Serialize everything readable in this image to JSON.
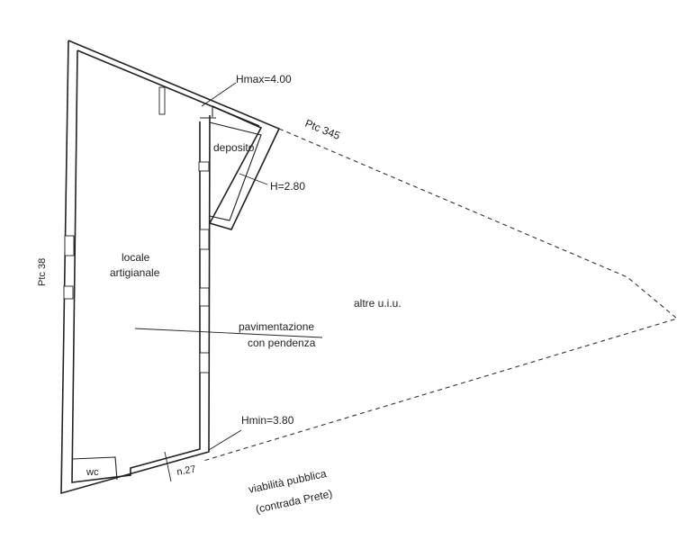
{
  "labels": {
    "hmax": "Hmax=4.00",
    "ptc345": "Ptc 345",
    "deposito": "deposito",
    "h280": "H=2.80",
    "ptc38": "Ptc 38",
    "locale_line1": "locale",
    "locale_line2": "artigianale",
    "altre": "altre u.i.u.",
    "pav_line1": "pavimentazione",
    "pav_line2": "con pendenza",
    "hmin": "Hmin=3.80",
    "wc": "wc",
    "n27": "n.27",
    "viab_line1": "viabilità pubblica",
    "viab_line2": "(contrada Prete)"
  }
}
